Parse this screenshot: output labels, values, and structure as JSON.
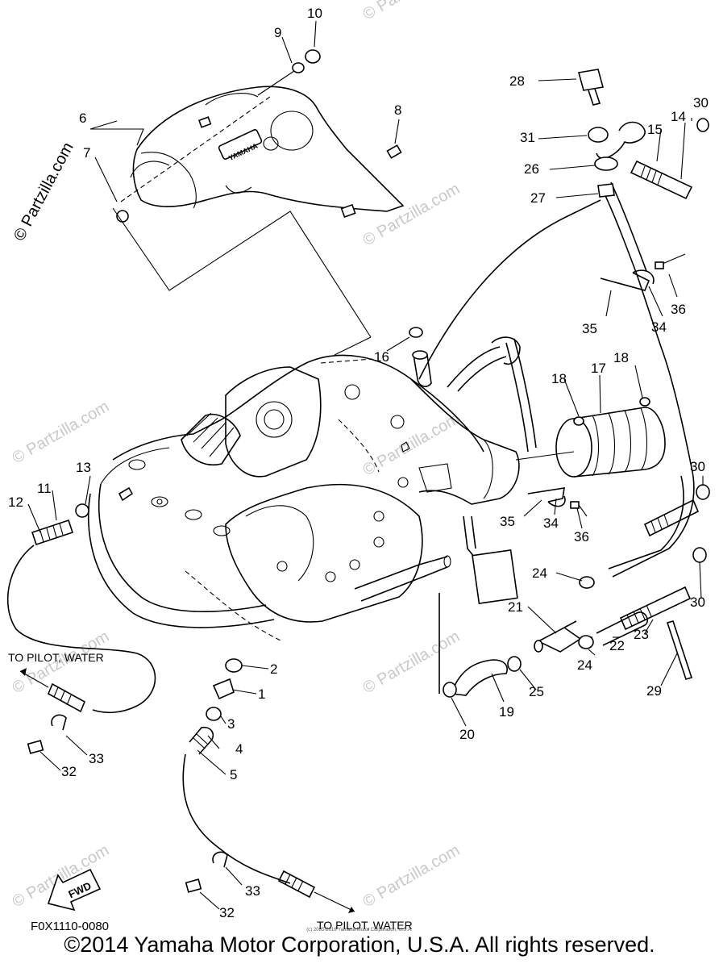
{
  "diagram": {
    "callouts": [
      "1",
      "2",
      "3",
      "4",
      "5",
      "6",
      "7",
      "8",
      "9",
      "10",
      "11",
      "12",
      "13",
      "14",
      "15",
      "16",
      "17",
      "18",
      "18",
      "19",
      "20",
      "21",
      "22",
      "23",
      "24",
      "24",
      "25",
      "26",
      "27",
      "28",
      "29",
      "30",
      "30",
      "30",
      "31",
      "32",
      "32",
      "33",
      "33",
      "34",
      "34",
      "35",
      "35",
      "36",
      "36"
    ],
    "labels": {
      "to_pilot_left": "TO PILOT, WATER",
      "to_pilot_bottom": "TO PILOT, WATER",
      "diagram_code": "F0X1110-0080",
      "fwd": "FWD",
      "brand": "YAMAHA"
    },
    "watermarks": {
      "side": "© Partzilla.com",
      "tile": "© Partzilla.com"
    }
  },
  "footer": {
    "copyright": "©2014 Yamaha Motor Corporation, U.S.A. All rights reserved.",
    "small_print": "(c) 2005-2016 Yamaha Motor Corporation, U.S.A."
  }
}
